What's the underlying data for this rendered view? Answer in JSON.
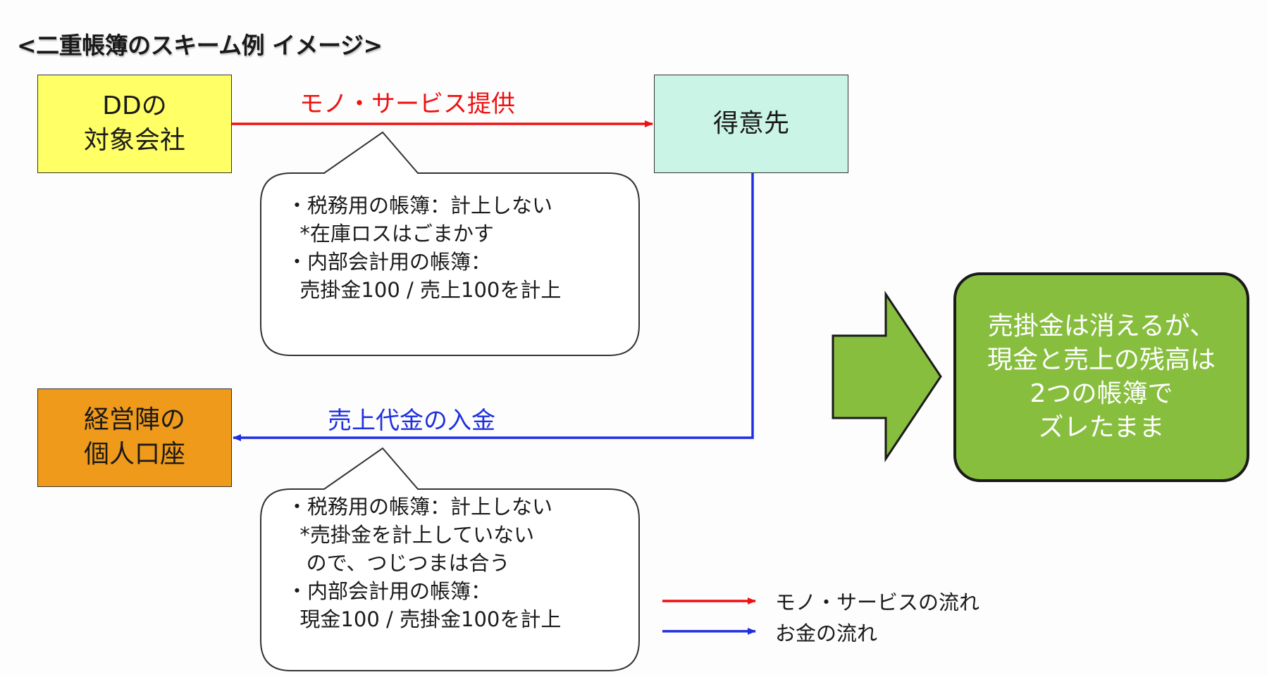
{
  "title": "<二重帳簿のスキーム例 イメージ>",
  "nodes": {
    "company": {
      "lines": [
        "DDの",
        "対象会社"
      ],
      "color": "#ffff66"
    },
    "customer": {
      "lines": [
        "得意先"
      ],
      "color": "#c9f4e6"
    },
    "personal_account": {
      "lines": [
        "経営陣の",
        "個人口座"
      ],
      "color": "#ef9a1a"
    }
  },
  "flows": {
    "goods": {
      "label": "モノ・サービス提供",
      "color": "#ee1111"
    },
    "payment": {
      "label": "売上代金の入金",
      "color": "#1f2fe0"
    }
  },
  "callouts": {
    "goods_callout": {
      "lines": [
        "・税務用の帳簿：計上しない",
        "  *在庫ロスはごまかす",
        "",
        "・内部会計用の帳簿：",
        "  売掛金100 / 売上100を計上"
      ]
    },
    "payment_callout": {
      "lines": [
        "・税務用の帳簿：計上しない",
        "  *売掛金を計上していない",
        "   ので、つじつまは合う",
        "",
        "・内部会計用の帳簿：",
        "  現金100 / 売掛金100を計上"
      ]
    }
  },
  "result": {
    "lines": [
      "売掛金は消えるが、",
      "現金と売上の残高は",
      "2つの帳簿で",
      "ズレたまま"
    ],
    "color": "#87be3e",
    "arrow_color": "#87be3e"
  },
  "legend": {
    "goods": {
      "label": "モノ・サービスの流れ",
      "color": "#ee1111"
    },
    "money": {
      "label": "お金の流れ",
      "color": "#1f2fe0"
    }
  }
}
